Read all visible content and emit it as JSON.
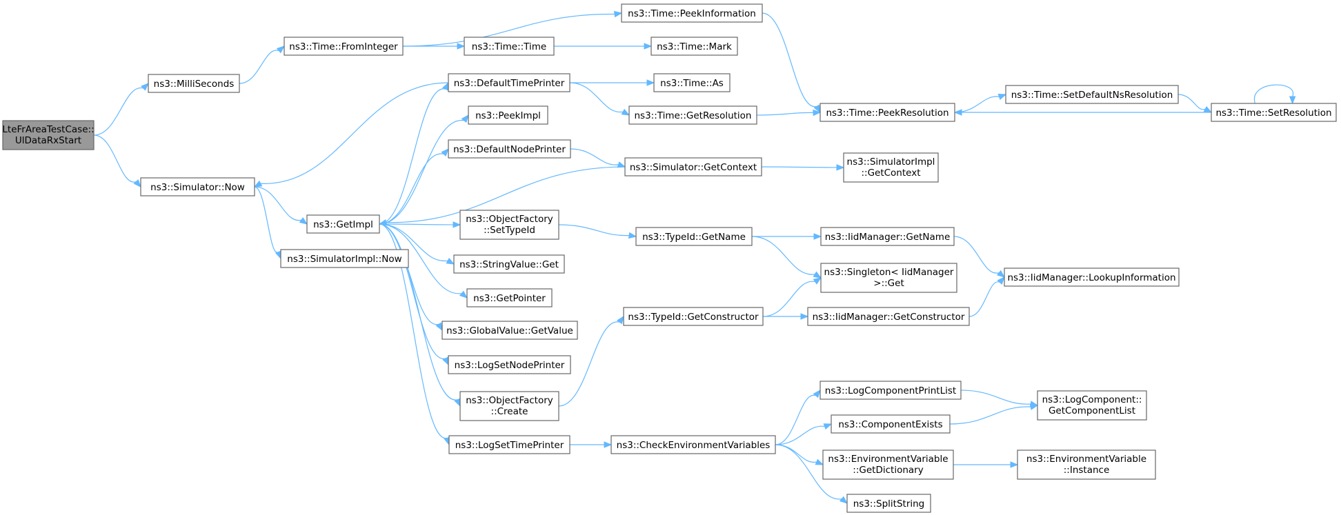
{
  "diagram": {
    "colors": {
      "edge": "#63b8ff",
      "node_border": "#666666",
      "root_fill": "#999999",
      "node_fill": "#ffffff"
    },
    "nodes": [
      {
        "id": "root",
        "lines": [
          "LteFrAreaTestCase::",
          "UlDataRxStart"
        ],
        "root": true
      },
      {
        "id": "millis",
        "lines": [
          "ns3::MilliSeconds"
        ]
      },
      {
        "id": "simnow",
        "lines": [
          "ns3::Simulator::Now"
        ]
      },
      {
        "id": "fromint",
        "lines": [
          "ns3::Time::FromInteger"
        ]
      },
      {
        "id": "getimpl",
        "lines": [
          "ns3::GetImpl"
        ]
      },
      {
        "id": "simimplnow",
        "lines": [
          "ns3::SimulatorImpl::Now"
        ]
      },
      {
        "id": "peekinfo",
        "lines": [
          "ns3::Time::PeekInformation"
        ]
      },
      {
        "id": "timetime",
        "lines": [
          "ns3::Time::Time"
        ]
      },
      {
        "id": "mark",
        "lines": [
          "ns3::Time::Mark"
        ]
      },
      {
        "id": "deftp",
        "lines": [
          "ns3::DefaultTimePrinter"
        ]
      },
      {
        "id": "as",
        "lines": [
          "ns3::Time::As"
        ]
      },
      {
        "id": "getres",
        "lines": [
          "ns3::Time::GetResolution"
        ]
      },
      {
        "id": "peekres",
        "lines": [
          "ns3::Time::PeekResolution"
        ]
      },
      {
        "id": "setdefns",
        "lines": [
          "ns3::Time::SetDefaultNsResolution"
        ]
      },
      {
        "id": "setres",
        "lines": [
          "ns3::Time::SetResolution"
        ]
      },
      {
        "id": "peekimpl",
        "lines": [
          "ns3::PeekImpl"
        ]
      },
      {
        "id": "defnp",
        "lines": [
          "ns3::DefaultNodePrinter"
        ]
      },
      {
        "id": "simgetctx",
        "lines": [
          "ns3::Simulator::GetContext"
        ]
      },
      {
        "id": "simimplgetctx",
        "lines": [
          "ns3::SimulatorImpl",
          "::GetContext"
        ]
      },
      {
        "id": "ofsettid",
        "lines": [
          "ns3::ObjectFactory",
          "::SetTypeId"
        ]
      },
      {
        "id": "tidgetname",
        "lines": [
          "ns3::TypeId::GetName"
        ]
      },
      {
        "id": "iidgetname",
        "lines": [
          "ns3::IidManager::GetName"
        ]
      },
      {
        "id": "strget",
        "lines": [
          "ns3::StringValue::Get"
        ]
      },
      {
        "id": "singleton",
        "lines": [
          "ns3::Singleton< IidManager",
          ">::Get"
        ]
      },
      {
        "id": "lookup",
        "lines": [
          "ns3::IidManager::LookupInformation"
        ]
      },
      {
        "id": "getpointer",
        "lines": [
          "ns3::GetPointer"
        ]
      },
      {
        "id": "gvgetvalue",
        "lines": [
          "ns3::GlobalValue::GetValue"
        ]
      },
      {
        "id": "tidgetctor",
        "lines": [
          "ns3::TypeId::GetConstructor"
        ]
      },
      {
        "id": "iidgetctor",
        "lines": [
          "ns3::IidManager::GetConstructor"
        ]
      },
      {
        "id": "logsetnp",
        "lines": [
          "ns3::LogSetNodePrinter"
        ]
      },
      {
        "id": "ofcreate",
        "lines": [
          "ns3::ObjectFactory",
          "::Create"
        ]
      },
      {
        "id": "logcpl",
        "lines": [
          "ns3::LogComponentPrintList"
        ]
      },
      {
        "id": "logcgcl",
        "lines": [
          "ns3::LogComponent::",
          "GetComponentList"
        ]
      },
      {
        "id": "compexists",
        "lines": [
          "ns3::ComponentExists"
        ]
      },
      {
        "id": "logsettp",
        "lines": [
          "ns3::LogSetTimePrinter"
        ]
      },
      {
        "id": "checkenv",
        "lines": [
          "ns3::CheckEnvironmentVariables"
        ]
      },
      {
        "id": "envgetdict",
        "lines": [
          "ns3::EnvironmentVariable",
          "::GetDictionary"
        ]
      },
      {
        "id": "envinst",
        "lines": [
          "ns3::EnvironmentVariable",
          "::Instance"
        ]
      },
      {
        "id": "splitstr",
        "lines": [
          "ns3::SplitString"
        ]
      }
    ],
    "edges": [
      [
        "root",
        "millis"
      ],
      [
        "root",
        "simnow"
      ],
      [
        "millis",
        "fromint"
      ],
      [
        "fromint",
        "peekinfo"
      ],
      [
        "fromint",
        "timetime"
      ],
      [
        "timetime",
        "mark"
      ],
      [
        "peekinfo",
        "peekres"
      ],
      [
        "simnow",
        "getimpl"
      ],
      [
        "simnow",
        "simimplnow"
      ],
      [
        "deftp",
        "simnow"
      ],
      [
        "deftp",
        "as"
      ],
      [
        "deftp",
        "getres"
      ],
      [
        "getres",
        "peekres"
      ],
      [
        "peekres",
        "setdefns"
      ],
      [
        "setdefns",
        "setres"
      ],
      [
        "setres",
        "peekres"
      ],
      [
        "setres",
        "setres"
      ],
      [
        "getimpl",
        "deftp"
      ],
      [
        "getimpl",
        "peekimpl"
      ],
      [
        "getimpl",
        "defnp"
      ],
      [
        "getimpl",
        "ofsettid"
      ],
      [
        "getimpl",
        "strget"
      ],
      [
        "getimpl",
        "getpointer"
      ],
      [
        "getimpl",
        "gvgetvalue"
      ],
      [
        "getimpl",
        "logsetnp"
      ],
      [
        "getimpl",
        "ofcreate"
      ],
      [
        "getimpl",
        "logsettp"
      ],
      [
        "defnp",
        "simgetctx"
      ],
      [
        "simgetctx",
        "getimpl"
      ],
      [
        "simgetctx",
        "simimplgetctx"
      ],
      [
        "ofsettid",
        "tidgetname"
      ],
      [
        "tidgetname",
        "iidgetname"
      ],
      [
        "tidgetname",
        "singleton"
      ],
      [
        "iidgetname",
        "lookup"
      ],
      [
        "ofcreate",
        "tidgetctor"
      ],
      [
        "tidgetctor",
        "singleton"
      ],
      [
        "tidgetctor",
        "iidgetctor"
      ],
      [
        "iidgetctor",
        "lookup"
      ],
      [
        "logsettp",
        "checkenv"
      ],
      [
        "checkenv",
        "logcpl"
      ],
      [
        "checkenv",
        "compexists"
      ],
      [
        "checkenv",
        "envgetdict"
      ],
      [
        "checkenv",
        "splitstr"
      ],
      [
        "logcpl",
        "logcgcl"
      ],
      [
        "compexists",
        "logcgcl"
      ],
      [
        "envgetdict",
        "envinst"
      ]
    ]
  }
}
